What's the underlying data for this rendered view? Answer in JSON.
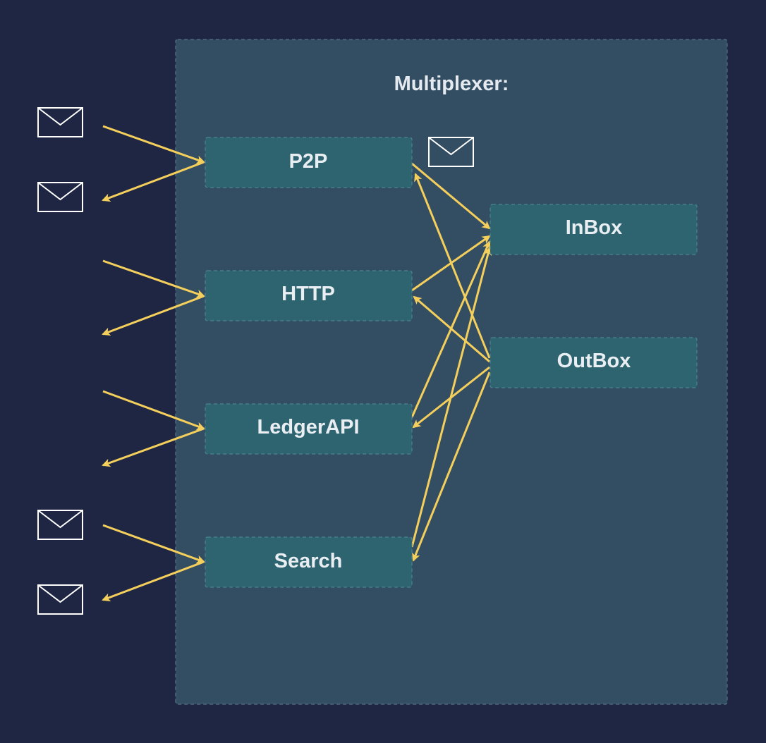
{
  "colors": {
    "background": "#1f2644",
    "container_fill": "#334d63",
    "node_fill": "#2e6470",
    "arrow": "#f4cf5c",
    "text": "#e9eef2",
    "envelope": "#ffffff"
  },
  "container": {
    "title": "Multiplexer:"
  },
  "nodes": {
    "p2p": "P2P",
    "http": "HTTP",
    "ledgerapi": "LedgerAPI",
    "search": "Search",
    "inbox": "InBox",
    "outbox": "OutBox"
  },
  "icons": {
    "envelope": "envelope-icon"
  }
}
